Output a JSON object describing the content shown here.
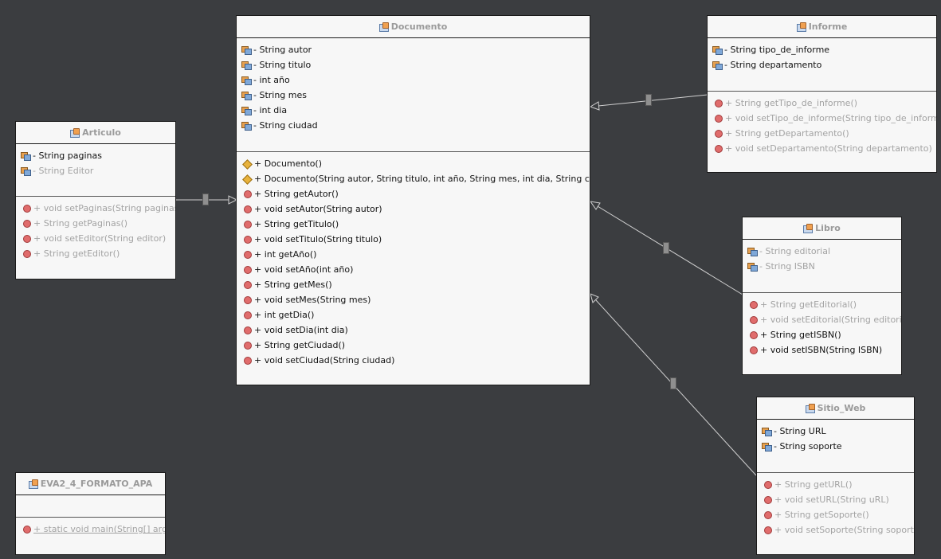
{
  "classes": {
    "documento": {
      "name": "Documento",
      "fields": [
        "- String autor",
        "- String titulo",
        "- int año",
        "- String mes",
        "- int dia",
        "- String ciudad"
      ],
      "constructors": [
        "+ Documento()",
        "+ Documento(String autor, String titulo, int año, String mes, int dia, String ciudad)"
      ],
      "methods": [
        "+ String getAutor()",
        "+ void setAutor(String autor)",
        "+ String getTitulo()",
        "+ void setTitulo(String titulo)",
        "+ int getAño()",
        "+ void setAño(int año)",
        "+ String getMes()",
        "+ void setMes(String mes)",
        "+ int getDia()",
        "+ void setDia(int dia)",
        "+ String getCiudad()",
        "+ void setCiudad(String ciudad)"
      ]
    },
    "articulo": {
      "name": "Articulo",
      "fields": [
        "- String paginas",
        "- String Editor"
      ],
      "methods": [
        "+ void setPaginas(String paginas)",
        "+ String getPaginas()",
        "+ void setEditor(String editor)",
        "+ String getEditor()"
      ]
    },
    "informe": {
      "name": "Informe",
      "fields": [
        "- String tipo_de_informe",
        "- String departamento"
      ],
      "methods": [
        "+ String getTipo_de_informe()",
        "+ void setTipo_de_informe(String tipo_de_informe)",
        "+ String getDepartamento()",
        "+ void setDepartamento(String departamento)"
      ]
    },
    "libro": {
      "name": "Libro",
      "fields": [
        "- String editorial",
        "- String ISBN"
      ],
      "methods": [
        "+ String getEditorial()",
        "+ void setEditorial(String editorial)",
        "+ String getISBN()",
        "+ void setISBN(String ISBN)"
      ]
    },
    "sitio_web": {
      "name": "Sitio_Web",
      "fields": [
        "- String URL",
        "- String soporte"
      ],
      "methods": [
        "+ String getURL()",
        "+ void setURL(String uRL)",
        "+ String getSoporte()",
        "+ void setSoporte(String soporte)"
      ]
    },
    "main": {
      "name": "EVA2_4_FORMATO_APA",
      "methods": [
        "+ static void main(String[] args)"
      ]
    }
  },
  "colors": {
    "background": "#3b3d40",
    "box": "#f7f7f7",
    "dim_text": "#a3a3a3",
    "title_text": "#9a9a9a",
    "link": "#d0d0d0"
  }
}
